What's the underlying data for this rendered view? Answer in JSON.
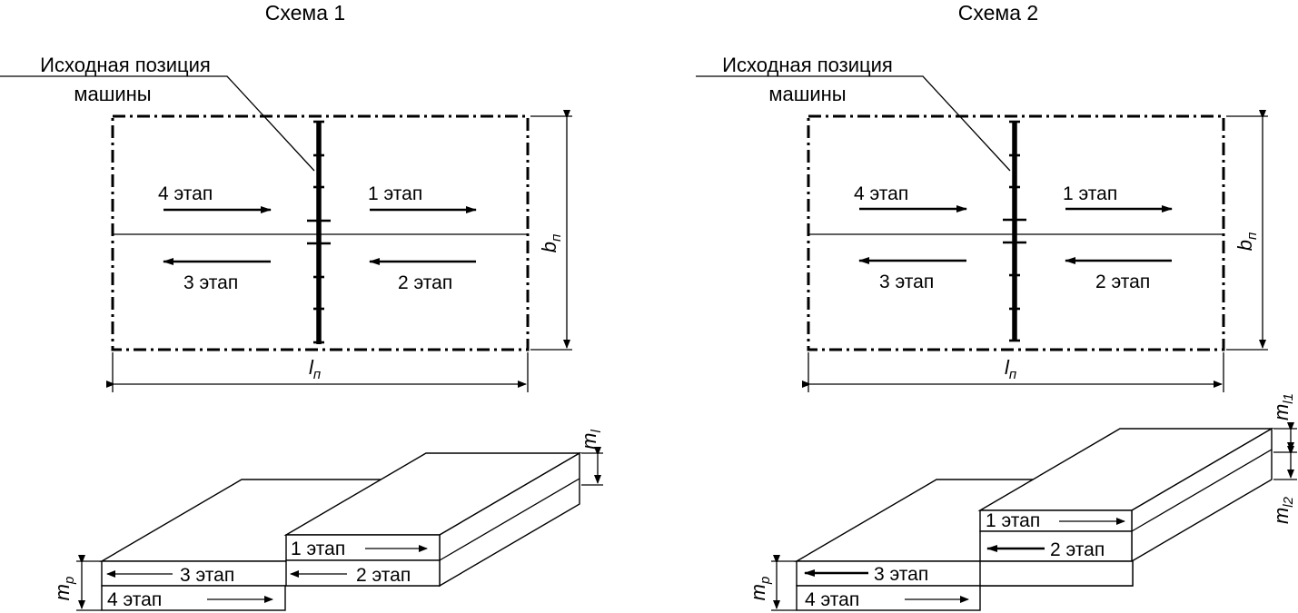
{
  "schemes": [
    {
      "title": "Схема 1",
      "origin_label_line1": "Исходная позиция",
      "origin_label_line2": "машины",
      "plan": {
        "steps": [
          "1 этап",
          "2 этап",
          "3 этап",
          "4 этап"
        ],
        "width_dim": "b",
        "width_sub": "п",
        "length_dim": "l",
        "length_sub": "п"
      },
      "section": {
        "rows": [
          "1 этап",
          "2 этап",
          "3 этап",
          "4 этап"
        ],
        "depth_p": "m",
        "depth_p_sub": "p",
        "layer": "m",
        "layer_sub": "l"
      }
    },
    {
      "title": "Схема 2",
      "origin_label_line1": "Исходная позиция",
      "origin_label_line2": "машины",
      "plan": {
        "steps": [
          "1 этап",
          "2 этап",
          "3 этап",
          "4 этап"
        ],
        "width_dim": "b",
        "width_sub": "п",
        "length_dim": "l",
        "length_sub": "п"
      },
      "section": {
        "rows": [
          "1 этап",
          "2 этап",
          "3 этап",
          "4 этап"
        ],
        "depth_p": "m",
        "depth_p_sub": "p",
        "layer1": "m",
        "layer1_sub": "l1",
        "layer2": "m",
        "layer2_sub": "l2"
      }
    }
  ]
}
